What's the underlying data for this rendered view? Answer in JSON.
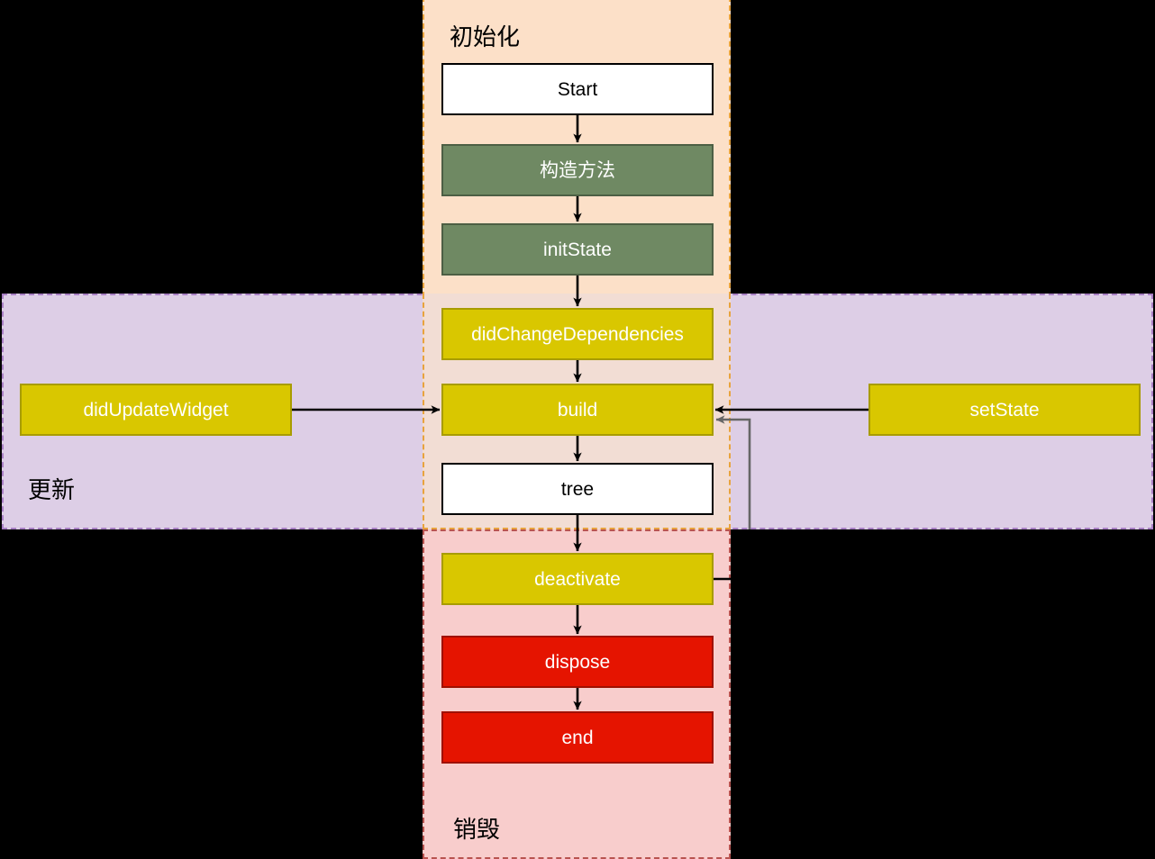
{
  "diagram": {
    "title": "Flutter StatefulWidget lifecycle flowchart",
    "background": "#000000",
    "regions": [
      {
        "key": "init",
        "label": "初始化",
        "fill": "#fce0c8",
        "stroke": "#e8a33d"
      },
      {
        "key": "update",
        "label": "更新",
        "fill": "#ddcee6",
        "stroke": "#a87fc4"
      },
      {
        "key": "destroy",
        "label": "销毁",
        "fill": "#f8cdcc",
        "stroke": "#b85450"
      }
    ],
    "nodes": [
      {
        "key": "start",
        "label": "Start",
        "style": "white",
        "fill": "#ffffff",
        "text": "#000000"
      },
      {
        "key": "constructor",
        "label": "构造方法",
        "style": "green",
        "fill": "#6f8963",
        "text": "#ffffff"
      },
      {
        "key": "initstate",
        "label": "initState",
        "style": "green",
        "fill": "#6f8963",
        "text": "#ffffff"
      },
      {
        "key": "didchange",
        "label": "didChangeDependencies",
        "style": "yellow",
        "fill": "#d9c700",
        "text": "#ffffff"
      },
      {
        "key": "build",
        "label": "build",
        "style": "yellow",
        "fill": "#d9c700",
        "text": "#ffffff"
      },
      {
        "key": "tree",
        "label": "tree",
        "style": "white",
        "fill": "#ffffff",
        "text": "#000000"
      },
      {
        "key": "deactivate",
        "label": "deactivate",
        "style": "yellow",
        "fill": "#d9c700",
        "text": "#ffffff"
      },
      {
        "key": "dispose",
        "label": "dispose",
        "style": "red",
        "fill": "#e51400",
        "text": "#ffffff"
      },
      {
        "key": "end",
        "label": "end",
        "style": "red",
        "fill": "#e51400",
        "text": "#ffffff"
      },
      {
        "key": "didupdate",
        "label": "didUpdateWidget",
        "style": "yellow",
        "fill": "#d9c700",
        "text": "#ffffff"
      },
      {
        "key": "setstate",
        "label": "setState",
        "style": "yellow",
        "fill": "#d9c700",
        "text": "#ffffff"
      }
    ],
    "edges": [
      {
        "from": "start",
        "to": "constructor",
        "color": "#000000"
      },
      {
        "from": "constructor",
        "to": "initstate",
        "color": "#000000"
      },
      {
        "from": "initstate",
        "to": "didchange",
        "color": "#000000"
      },
      {
        "from": "didchange",
        "to": "build",
        "color": "#000000"
      },
      {
        "from": "build",
        "to": "tree",
        "color": "#000000"
      },
      {
        "from": "tree",
        "to": "deactivate",
        "color": "#000000"
      },
      {
        "from": "deactivate",
        "to": "dispose",
        "color": "#000000"
      },
      {
        "from": "dispose",
        "to": "end",
        "color": "#000000"
      },
      {
        "from": "didupdate",
        "to": "build",
        "color": "#000000"
      },
      {
        "from": "setstate",
        "to": "build",
        "color": "#000000"
      },
      {
        "from": "deactivate",
        "to": "build",
        "color": "#666666"
      }
    ]
  }
}
